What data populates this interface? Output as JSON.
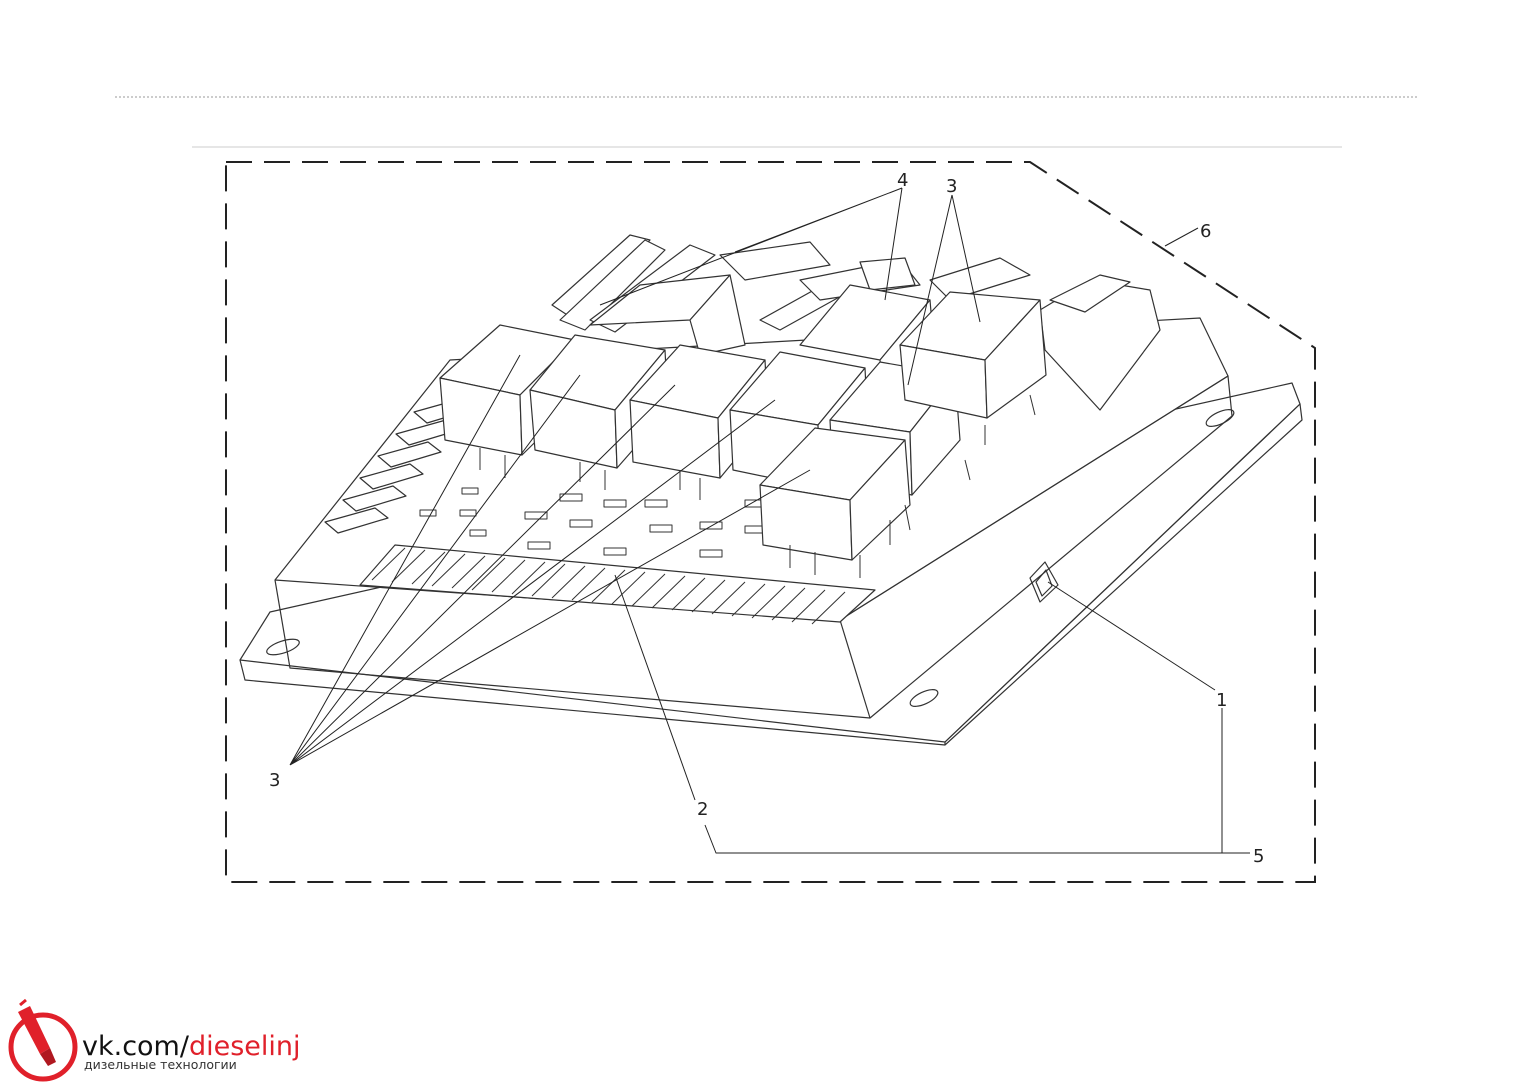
{
  "callouts": [
    "1",
    "2",
    "3",
    "3",
    "4",
    "5",
    "6"
  ],
  "watermark": {
    "url_prefix": "vk.com/",
    "url_name": "dieselinj",
    "tagline": "дизельные технологии",
    "accent_color": "#e0202a"
  },
  "colors": {
    "line": "#333333",
    "frame": "#222222",
    "rule": "#bbbbbb"
  }
}
